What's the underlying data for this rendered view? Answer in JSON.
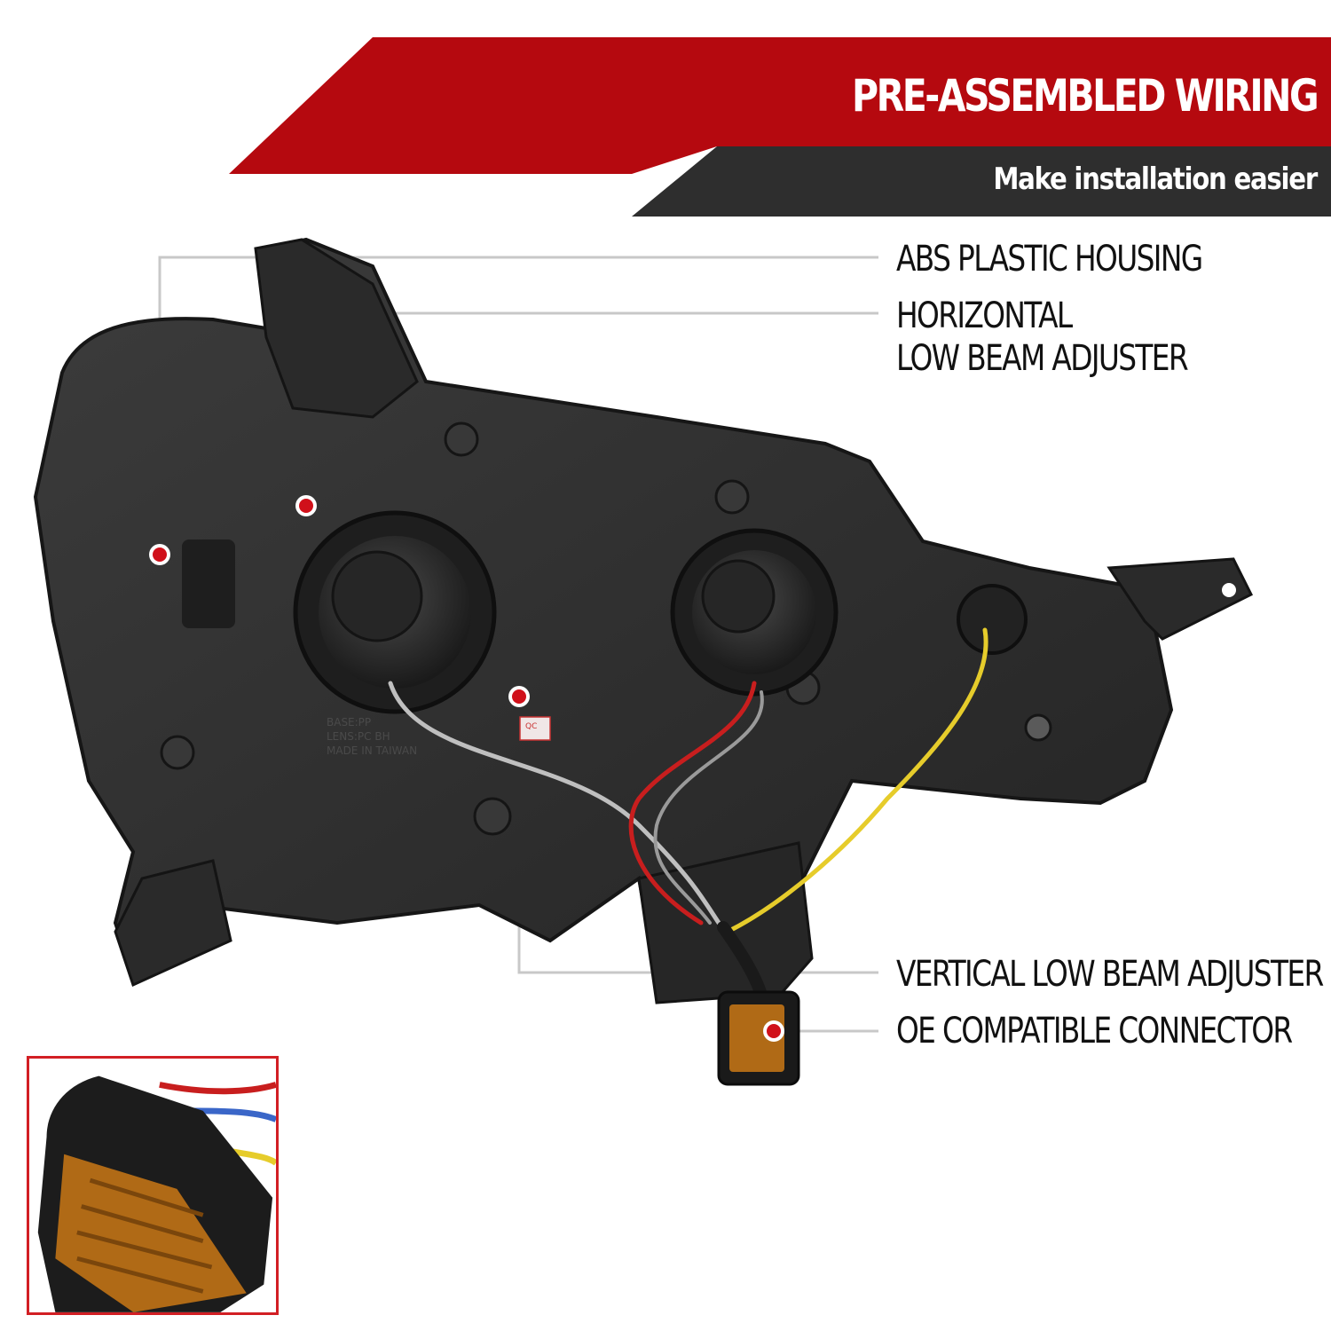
{
  "banner": {
    "title": "PRE-ASSEMBLED WIRING",
    "subtitle": "Make installation easier",
    "colors": {
      "red": "#b5090f",
      "dark": "#2e2e2e"
    }
  },
  "callouts": [
    {
      "id": "abs-plastic-housing",
      "lines": [
        "ABS PLASTIC HOUSING"
      ]
    },
    {
      "id": "horizontal-low-beam-adjuster",
      "lines": [
        "HORIZONTAL",
        "LOW BEAM ADJUSTER"
      ]
    },
    {
      "id": "vertical-low-beam-adjuster",
      "lines": [
        "VERTICAL LOW BEAM ADJUSTER"
      ]
    },
    {
      "id": "oe-compatible-connector",
      "lines": [
        "OE COMPATIBLE CONNECTOR"
      ]
    }
  ],
  "marker_color": "#d0101a",
  "leader_color": "#c8c8c8",
  "stamp": {
    "qc": "QC",
    "embossed": [
      "BASE:PP",
      "LENS:PC BH",
      "MADE IN TAIWAN"
    ]
  }
}
